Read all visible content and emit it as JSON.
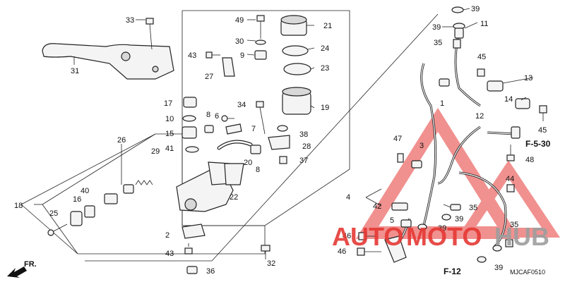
{
  "diagram": {
    "code": "MJCAF0510",
    "fr_label": "FR.",
    "refs": {
      "f12": "F-12",
      "f530": "F-5-30"
    },
    "callouts": {
      "c1": "1",
      "c2": "2",
      "c3": "3",
      "c4": "4",
      "c5": "5",
      "c6": "6",
      "c7": "7",
      "c8a": "8",
      "c8b": "8",
      "c9": "9",
      "c10": "10",
      "c11": "11",
      "c12": "12",
      "c13": "13",
      "c14": "14",
      "c15": "15",
      "c16": "16",
      "c17": "17",
      "c18": "18",
      "c19": "19",
      "c20": "20",
      "c21": "21",
      "c22": "22",
      "c23": "23",
      "c24": "24",
      "c25": "25",
      "c26": "26",
      "c27": "27",
      "c28": "28",
      "c29": "29",
      "c30": "30",
      "c31": "31",
      "c32": "32",
      "c33": "33",
      "c34": "34",
      "c35a": "35",
      "c35b": "35",
      "c35c": "35",
      "c36": "36",
      "c37": "37",
      "c38": "38",
      "c39a": "39",
      "c39b": "39",
      "c39c": "39",
      "c39d": "39",
      "c39e": "39",
      "c40": "40",
      "c41": "41",
      "c42": "42",
      "c43a": "43",
      "c43b": "43",
      "c44": "44",
      "c45a": "45",
      "c45b": "45",
      "c46a": "46",
      "c46b": "46",
      "c47": "47",
      "c48": "48",
      "c49": "49"
    }
  },
  "watermark": {
    "part1": "AUTO",
    "part2": "MOTO",
    "part3": "HUB",
    "color_red": "#e53935",
    "color_grey": "#9e9e9e"
  }
}
